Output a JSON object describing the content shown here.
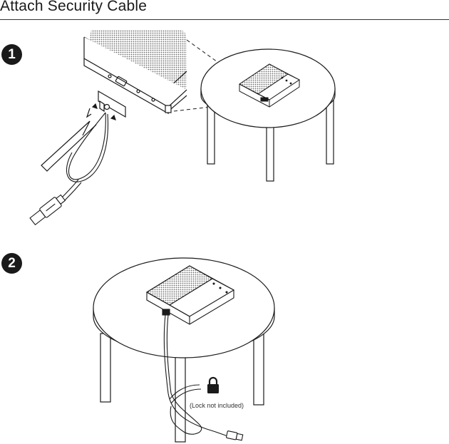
{
  "header": {
    "title": "Attach Security Cable"
  },
  "steps": [
    {
      "number": "1"
    },
    {
      "number": "2"
    }
  ],
  "annotations": {
    "lock_note": "(Lock not included)"
  },
  "colors": {
    "ink": "#1a1a1a",
    "speaker_grille": "#8a8a8a",
    "background": "#ffffff"
  }
}
